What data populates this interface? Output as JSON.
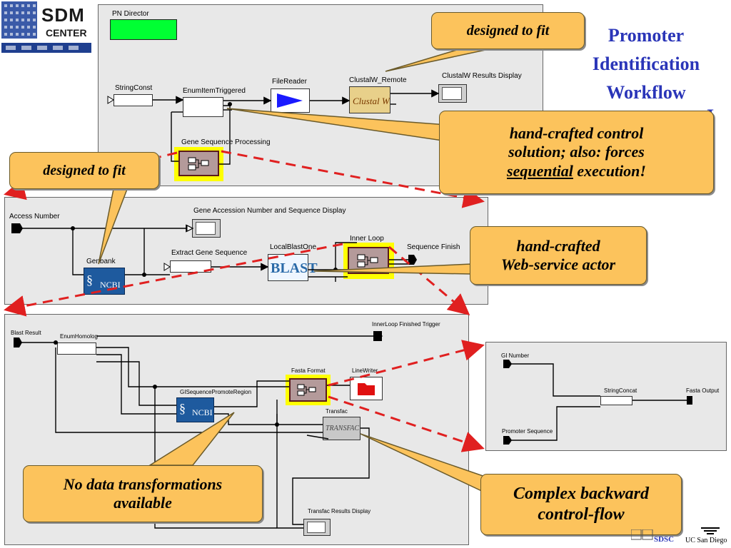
{
  "title": {
    "line1": "Promoter",
    "line2": "Identification",
    "line3": "Workflow",
    "partial": "I"
  },
  "logo": {
    "line1": "SDM",
    "line2": "CENTER"
  },
  "footer": {
    "sdsc": "SDSC",
    "ucsd": "UC San Diego"
  },
  "panel1": {
    "director": "PN Director",
    "string_const": "StringConst",
    "enum_item": "EnumItemTriggered",
    "file_reader": "FileReader",
    "clustal_remote": "ClustalW_Remote",
    "clustal_text": "Clustal W",
    "clustal_display": "ClustalW Results Display",
    "gene_seq_proc": "Gene Sequence Processing"
  },
  "panel2": {
    "access_number": "Access Number",
    "gene_acc_display": "Gene Accession Number and Sequence Display",
    "genbank": "Genbank",
    "ncbi": "NCBI",
    "extract": "Extract Gene Sequence",
    "local_blast": "LocalBlastOne",
    "blast_text": "BLAST",
    "inner_loop": "Inner Loop",
    "seq_finished": "Sequence Finish"
  },
  "panel3": {
    "blast_result": "Blast Result",
    "enum_homolog": "EnumHomolog",
    "inner_trigger": "InnerLoop Finished Trigger",
    "fasta_format": "Fasta Format",
    "line_writer": "LineWriter",
    "gi_promote": "GISequencePromoteRegion",
    "ncbi": "NCBI",
    "transfac": "Transfac",
    "transfac_text": "TRANSFAC",
    "transfac_display": "Transfac Results Display"
  },
  "panel4": {
    "gi_number": "GI Number",
    "string_concat": "StringConcat",
    "fasta_output": "Fasta Output",
    "promoter_seq": "Promoter Sequence"
  },
  "callouts": {
    "fit1": "designed to fit",
    "handcrafted_ctrl_1": "hand-crafted control",
    "handcrafted_ctrl_2": "solution; also: forces",
    "handcrafted_ctrl_3a": "sequential",
    "handcrafted_ctrl_3b": " execution!",
    "fit2": "designed to fit",
    "webservice_1": "hand-crafted",
    "webservice_2": "Web-service actor",
    "no_transform_1": "No data transformations",
    "no_transform_2": "available",
    "backward_1": "Complex backward",
    "backward_2": "control-flow"
  },
  "colors": {
    "callout": "#fcc35c",
    "title": "#2a35b8",
    "dash": "#e02020",
    "director": "#00ff33",
    "highlight": "#ffff00"
  }
}
